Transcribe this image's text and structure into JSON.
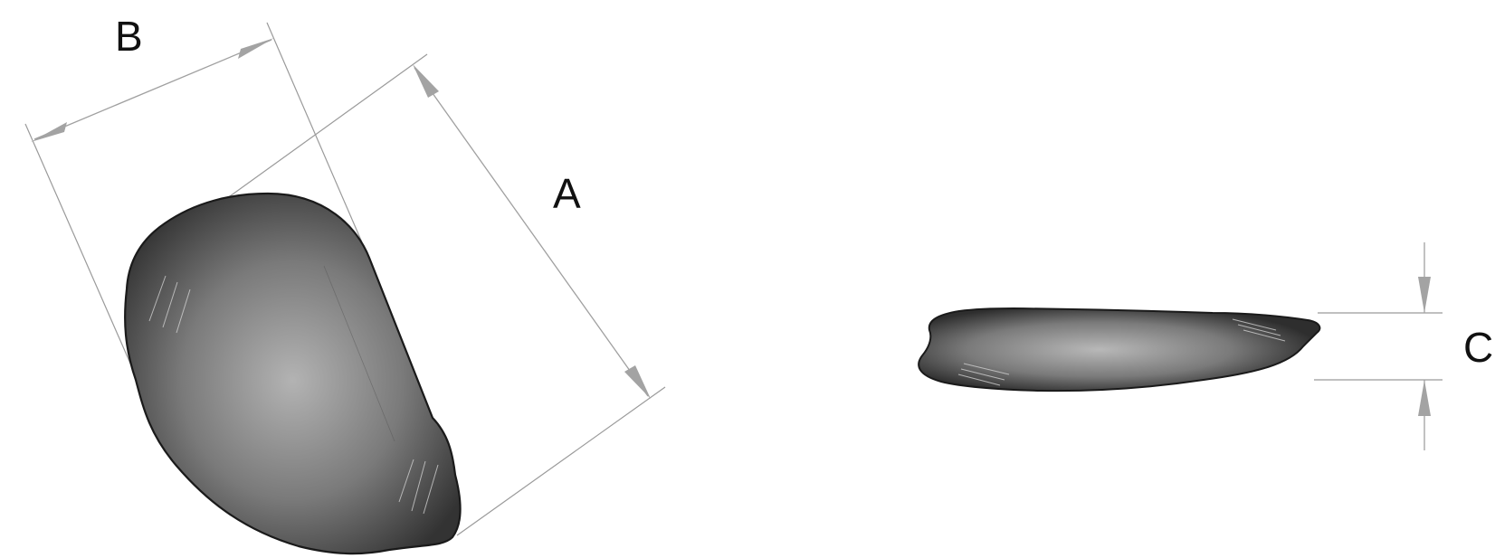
{
  "dimensions": {
    "A": {
      "label": "A"
    },
    "B": {
      "label": "B"
    },
    "C": {
      "label": "C"
    }
  },
  "colors": {
    "shape_dark": "#2a2a2a",
    "shape_light": "#b5b5b5",
    "dimension_line": "#a0a0a0",
    "background": "#ffffff"
  }
}
